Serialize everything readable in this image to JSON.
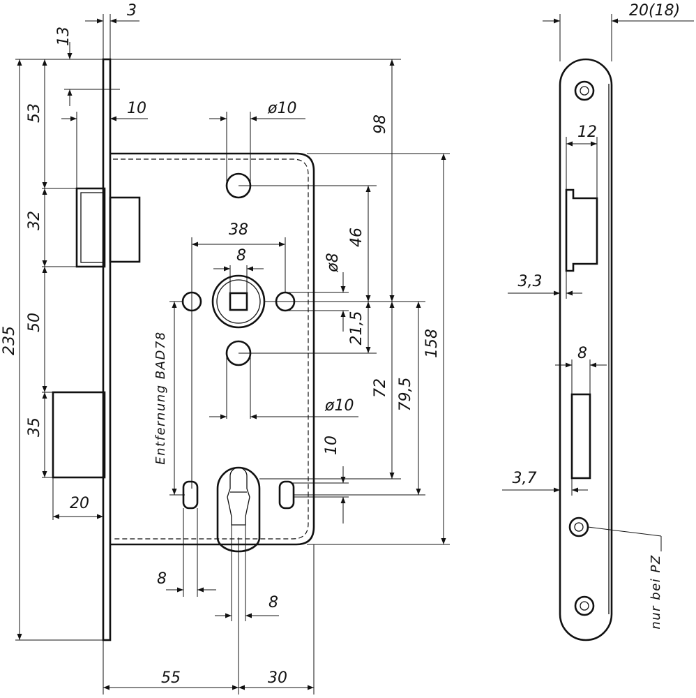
{
  "lock_body": {
    "dims": {
      "faceplate_thickness": "3",
      "top_offset": "13",
      "latch_projection": "10",
      "top_to_latch": "53",
      "latch_height": "32",
      "latch_to_bolt": "50",
      "bolt_height": "35",
      "bolt_projection": "20",
      "total_height": "235",
      "top_to_follower": "98",
      "hole_dia_top": "ø10",
      "hole_spacing": "38",
      "follower_square": "8",
      "follower_hole_dia": "ø8",
      "upper_hole_to_follower": "46",
      "follower_to_lower_hole": "21,5",
      "body_height": "158",
      "follower_to_cylinder": "72",
      "follower_to_bottom_holes": "79,5",
      "hole_dia_bottom": "ø10",
      "cylinder_offset": "10",
      "bottom_hole_width": "8",
      "cylinder_slot_width": "8",
      "backset": "55",
      "back_to_follower": "30"
    },
    "note": "Entfernung BAD78"
  },
  "strike_plate": {
    "dims": {
      "plate_width": "20(18)",
      "latch_opening": "12",
      "latch_offset": "3,3",
      "bolt_opening": "8",
      "bolt_offset": "3,7"
    },
    "note": "nur bei PZ"
  }
}
